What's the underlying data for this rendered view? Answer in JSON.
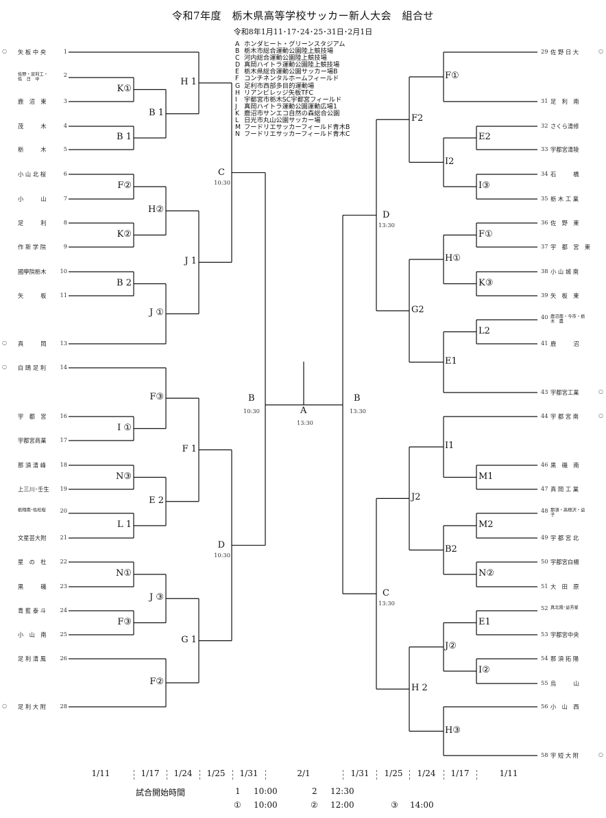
{
  "header": {
    "title": "令和7年度　栃木県高等学校サッカー新人大会　組合せ",
    "subtitle": "令和8年1月11･17･24･25･31日･2月1日"
  },
  "venues": [
    {
      "key": "A",
      "name": "ホンダヒート・グリーンスタジアム"
    },
    {
      "key": "B",
      "name": "栃木市総合運動公園陸上競技場"
    },
    {
      "key": "C",
      "name": "河内総合運動公園陸上競技場"
    },
    {
      "key": "D",
      "name": "真岡ハイトラ運動公園陸上競技場"
    },
    {
      "key": "E",
      "name": "栃木県総合運動公園サッカー場B"
    },
    {
      "key": "F",
      "name": "コンチネンタルホームフィールド"
    },
    {
      "key": "G",
      "name": "足利市西部多目的運動場"
    },
    {
      "key": "H",
      "name": "リアンビレッジ矢板TFC"
    },
    {
      "key": "I",
      "name": "宇都宮市栃木SC宇都宮フィールド"
    },
    {
      "key": "J",
      "name": "真岡ハイトラ運動公園運動広場1"
    },
    {
      "key": "K",
      "name": "鹿沼市サンエコ自然の森総合公園"
    },
    {
      "key": "L",
      "name": "日光市丸山公園サッカー場"
    },
    {
      "key": "M",
      "name": "フードリエサッカーフィールド青木B"
    },
    {
      "key": "N",
      "name": "フードリエサッカーフィールド青木C"
    }
  ],
  "seed_mark": "○",
  "left_teams": [
    {
      "num": "1",
      "name": "矢 板 中 央",
      "seed": true
    },
    {
      "num": "2",
      "name": "佐野・足利工・佐　日　中",
      "seed": false,
      "small": true
    },
    {
      "num": "3",
      "name": "鹿　沼　東",
      "seed": false
    },
    {
      "num": "4",
      "name": "茂　　　木",
      "seed": false
    },
    {
      "num": "5",
      "name": "栃　　　木",
      "seed": false
    },
    {
      "num": "6",
      "name": "小 山 北 桜",
      "seed": false
    },
    {
      "num": "7",
      "name": "小　　　山",
      "seed": false
    },
    {
      "num": "8",
      "name": "足　　　利",
      "seed": false
    },
    {
      "num": "9",
      "name": "作 新 学 院",
      "seed": false
    },
    {
      "num": "10",
      "name": "國學院栃木",
      "seed": false
    },
    {
      "num": "11",
      "name": "矢　　　板",
      "seed": false
    },
    {
      "num": "13",
      "name": "真　　　岡",
      "seed": true
    },
    {
      "num": "14",
      "name": "白 鴎 足 利",
      "seed": true
    },
    {
      "num": "16",
      "name": "宇　都　宮",
      "seed": false
    },
    {
      "num": "17",
      "name": "宇都宮商業",
      "seed": false
    },
    {
      "num": "18",
      "name": "那 須 清 峰",
      "seed": false
    },
    {
      "num": "19",
      "name": "上三川･壬生",
      "seed": false
    },
    {
      "num": "20",
      "name": "栃翔南･佐松桜",
      "seed": false,
      "small": true
    },
    {
      "num": "21",
      "name": "文星芸大附",
      "seed": false
    },
    {
      "num": "22",
      "name": "星　の　杜",
      "seed": false
    },
    {
      "num": "23",
      "name": "黒　　　磯",
      "seed": false
    },
    {
      "num": "24",
      "name": "青 藍 泰 斗",
      "seed": false
    },
    {
      "num": "25",
      "name": "小　山　南",
      "seed": false
    },
    {
      "num": "26",
      "name": "足 利 清 風",
      "seed": false
    },
    {
      "num": "28",
      "name": "足 利 大 附",
      "seed": true
    }
  ],
  "right_teams": [
    {
      "num": "29",
      "name": "佐 野 日 大",
      "seed": true
    },
    {
      "num": "31",
      "name": "足　利　南",
      "seed": false
    },
    {
      "num": "32",
      "name": "さくら清修",
      "seed": false
    },
    {
      "num": "33",
      "name": "宇都宮清陵",
      "seed": false
    },
    {
      "num": "34",
      "name": "石　　　橋",
      "seed": false
    },
    {
      "num": "35",
      "name": "栃 木 工 業",
      "seed": false
    },
    {
      "num": "36",
      "name": "佐　野　東",
      "seed": false
    },
    {
      "num": "37",
      "name": "宇　都　宮　東",
      "seed": false
    },
    {
      "num": "38",
      "name": "小 山 城 南",
      "seed": false
    },
    {
      "num": "39",
      "name": "矢　板　東",
      "seed": false
    },
    {
      "num": "40",
      "name": "鹿沼南・今市・栃　木　農",
      "seed": false,
      "small": true
    },
    {
      "num": "41",
      "name": "鹿　　　沼",
      "seed": false
    },
    {
      "num": "43",
      "name": "宇都宮工業",
      "seed": true
    },
    {
      "num": "44",
      "name": "宇 都 宮 南",
      "seed": true
    },
    {
      "num": "46",
      "name": "黒　磯　南",
      "seed": false
    },
    {
      "num": "47",
      "name": "真 岡 工 業",
      "seed": false
    },
    {
      "num": "48",
      "name": "那須・高根沢・益　　　子",
      "seed": false,
      "small": true
    },
    {
      "num": "49",
      "name": "宇 都 宮 北",
      "seed": false
    },
    {
      "num": "50",
      "name": "宇都宮白楊",
      "seed": false
    },
    {
      "num": "51",
      "name": "大　田　原",
      "seed": false
    },
    {
      "num": "52",
      "name": "真北陵･益芳星",
      "seed": false,
      "small": true
    },
    {
      "num": "53",
      "name": "宇都宮中央",
      "seed": false
    },
    {
      "num": "54",
      "name": "那 須 拓 陽",
      "seed": false
    },
    {
      "num": "55",
      "name": "烏　　　山",
      "seed": false
    },
    {
      "num": "56",
      "name": "小　山　西",
      "seed": false
    },
    {
      "num": "58",
      "name": "宇 短 大 附",
      "seed": true
    }
  ],
  "matches": {
    "left": {
      "r1": [
        "K①",
        "B 1",
        "F②",
        "K②",
        "B 2",
        "I ①",
        "N③",
        "L 1",
        "N①",
        "F③"
      ],
      "r2": [
        "B 1",
        "H②",
        "J ①",
        "F③",
        "E 2",
        "J ③",
        "F②"
      ],
      "r3": [
        "H 1",
        "J 1",
        "F 1",
        "G 1"
      ],
      "r4": [
        {
          "label": "C",
          "time": "10:30"
        },
        {
          "label": "D",
          "time": "10:30"
        }
      ],
      "semi": {
        "label": "B",
        "time": "10:30"
      }
    },
    "right": {
      "r1": [
        "E2",
        "I③",
        "F①",
        "K③",
        "L2",
        "M1",
        "M2",
        "N②",
        "E1",
        "I②"
      ],
      "r2": [
        "F①",
        "I2",
        "H①",
        "E1",
        "I1",
        "B2",
        "J②",
        "H③"
      ],
      "r3": [
        "F2",
        "G2",
        "J2",
        "H 2"
      ],
      "r4": [
        {
          "label": "D",
          "time": "13:30"
        },
        {
          "label": "C",
          "time": "13:30"
        }
      ],
      "semi": {
        "label": "B",
        "time": "13:30"
      }
    },
    "final": {
      "label": "A",
      "time": "13:30"
    }
  },
  "dates": [
    "1/11",
    "1/17",
    "1/24",
    "1/25",
    "1/31",
    "2/1",
    "1/31",
    "1/25",
    "1/24",
    "1/17",
    "1/11"
  ],
  "start_times": {
    "label": "試合開始時間",
    "row1": [
      {
        "k": "1",
        "t": "10:00"
      },
      {
        "k": "2",
        "t": "12:30"
      }
    ],
    "row2": [
      {
        "k": "①",
        "t": "10:00"
      },
      {
        "k": "②",
        "t": "12:00"
      },
      {
        "k": "③",
        "t": "14:00"
      }
    ]
  }
}
